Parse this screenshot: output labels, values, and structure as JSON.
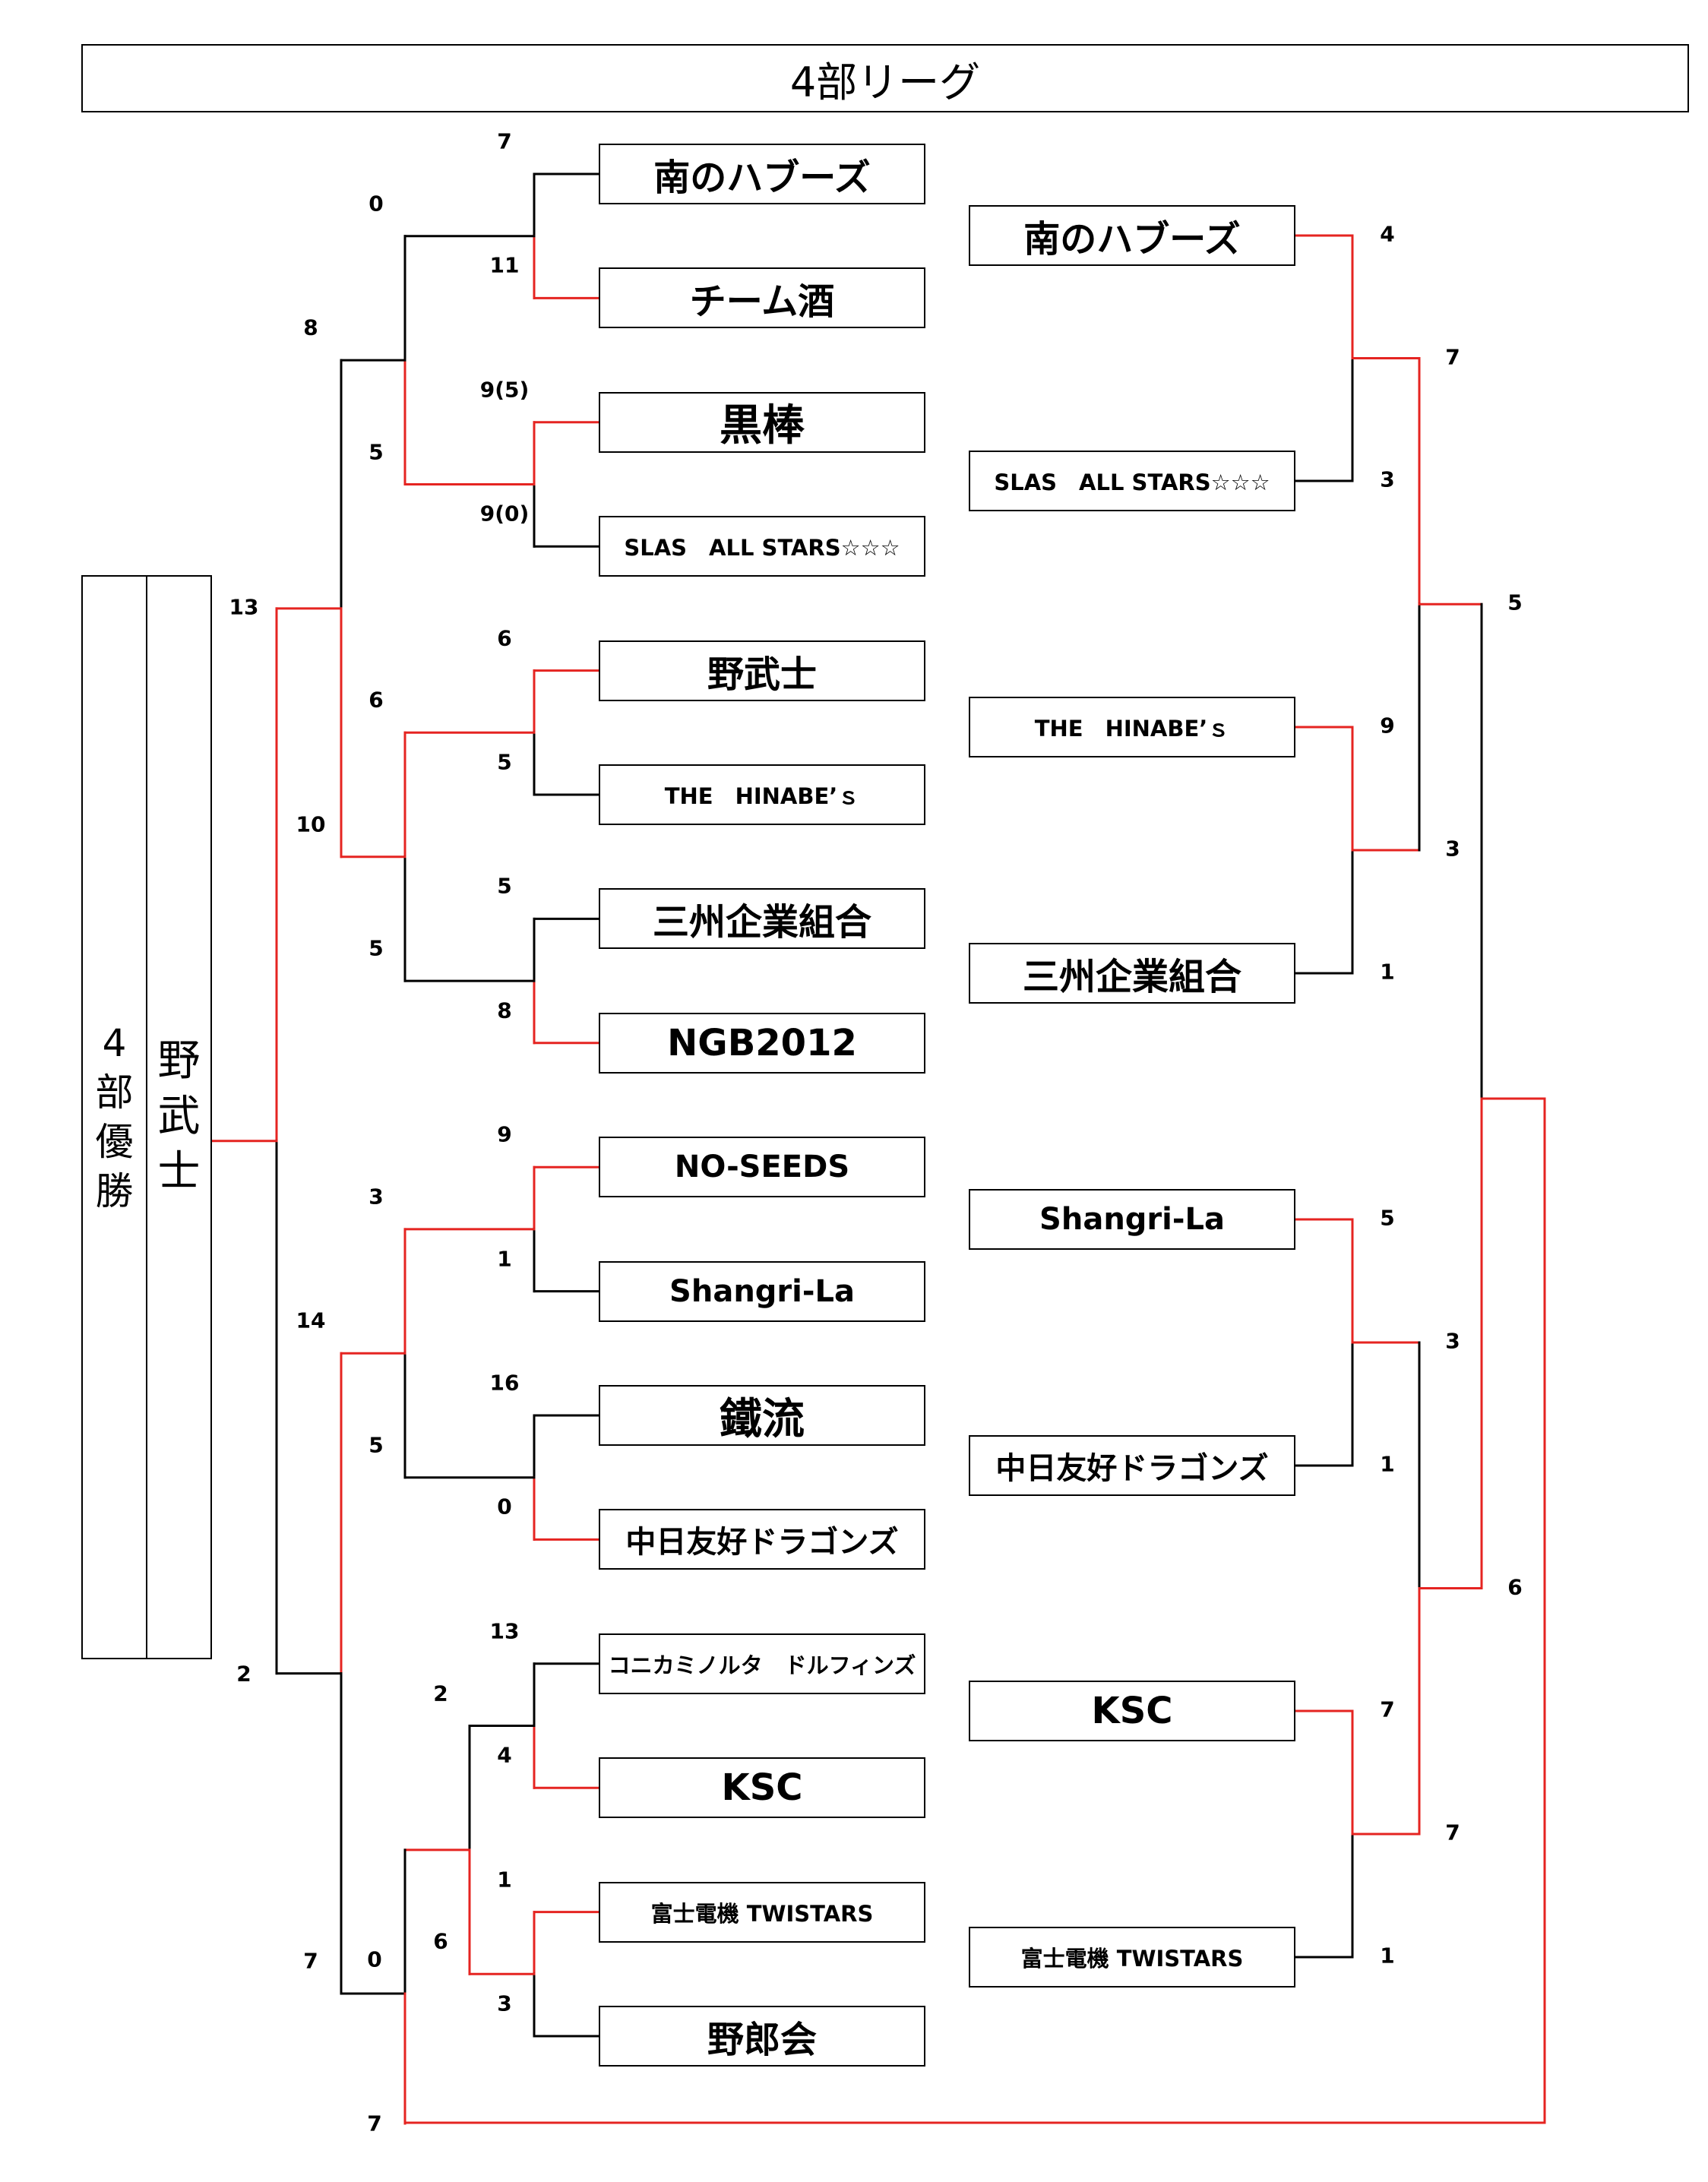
{
  "title": "4部リーグ",
  "champion": {
    "label": "4部優勝",
    "team": "野武士"
  },
  "colors": {
    "winner_line": "#e52421",
    "loser_line": "#000000"
  },
  "left_teams": [
    "南のハブーズ",
    "チーム酒",
    "黒棒",
    "SLAS　ALL STARS☆☆☆",
    "野武士",
    "THE　HINABE’ｓ",
    "三州企業組合",
    "NGB2012",
    "NO-SEEDS",
    "Shangri-La",
    "鐵流",
    "中日友好ドラゴンズ",
    "コニカミノルタ　ドルフィンズ",
    "KSC",
    "富士電機 TWISTARS",
    "野郎会"
  ],
  "right_teams": [
    "南のハブーズ",
    "SLAS　ALL STARS☆☆☆",
    "THE　HINABE’ｓ",
    "三州企業組合",
    "Shangri-La",
    "中日友好ドラゴンズ",
    "KSC",
    "富士電機 TWISTARS"
  ],
  "left_scores": {
    "r1": [
      "7",
      "11",
      "9(5)",
      "9(0)",
      "6",
      "5",
      "5",
      "8",
      "9",
      "1",
      "16",
      "0",
      "13",
      "4",
      "1",
      "3"
    ],
    "r2": [
      "0",
      "5",
      "6",
      "5",
      "3",
      "5",
      "2",
      "6"
    ],
    "r3": [
      "8",
      "10",
      "14",
      "7"
    ],
    "r3b": [
      "0",
      "7"
    ],
    "final": [
      "13",
      "2"
    ]
  },
  "right_scores": {
    "r1": [
      "4",
      "3",
      "9",
      "1",
      "5",
      "1",
      "7",
      "1"
    ],
    "r2": [
      "7",
      "3",
      "3",
      "7"
    ],
    "r3": [
      "5",
      "6"
    ]
  }
}
